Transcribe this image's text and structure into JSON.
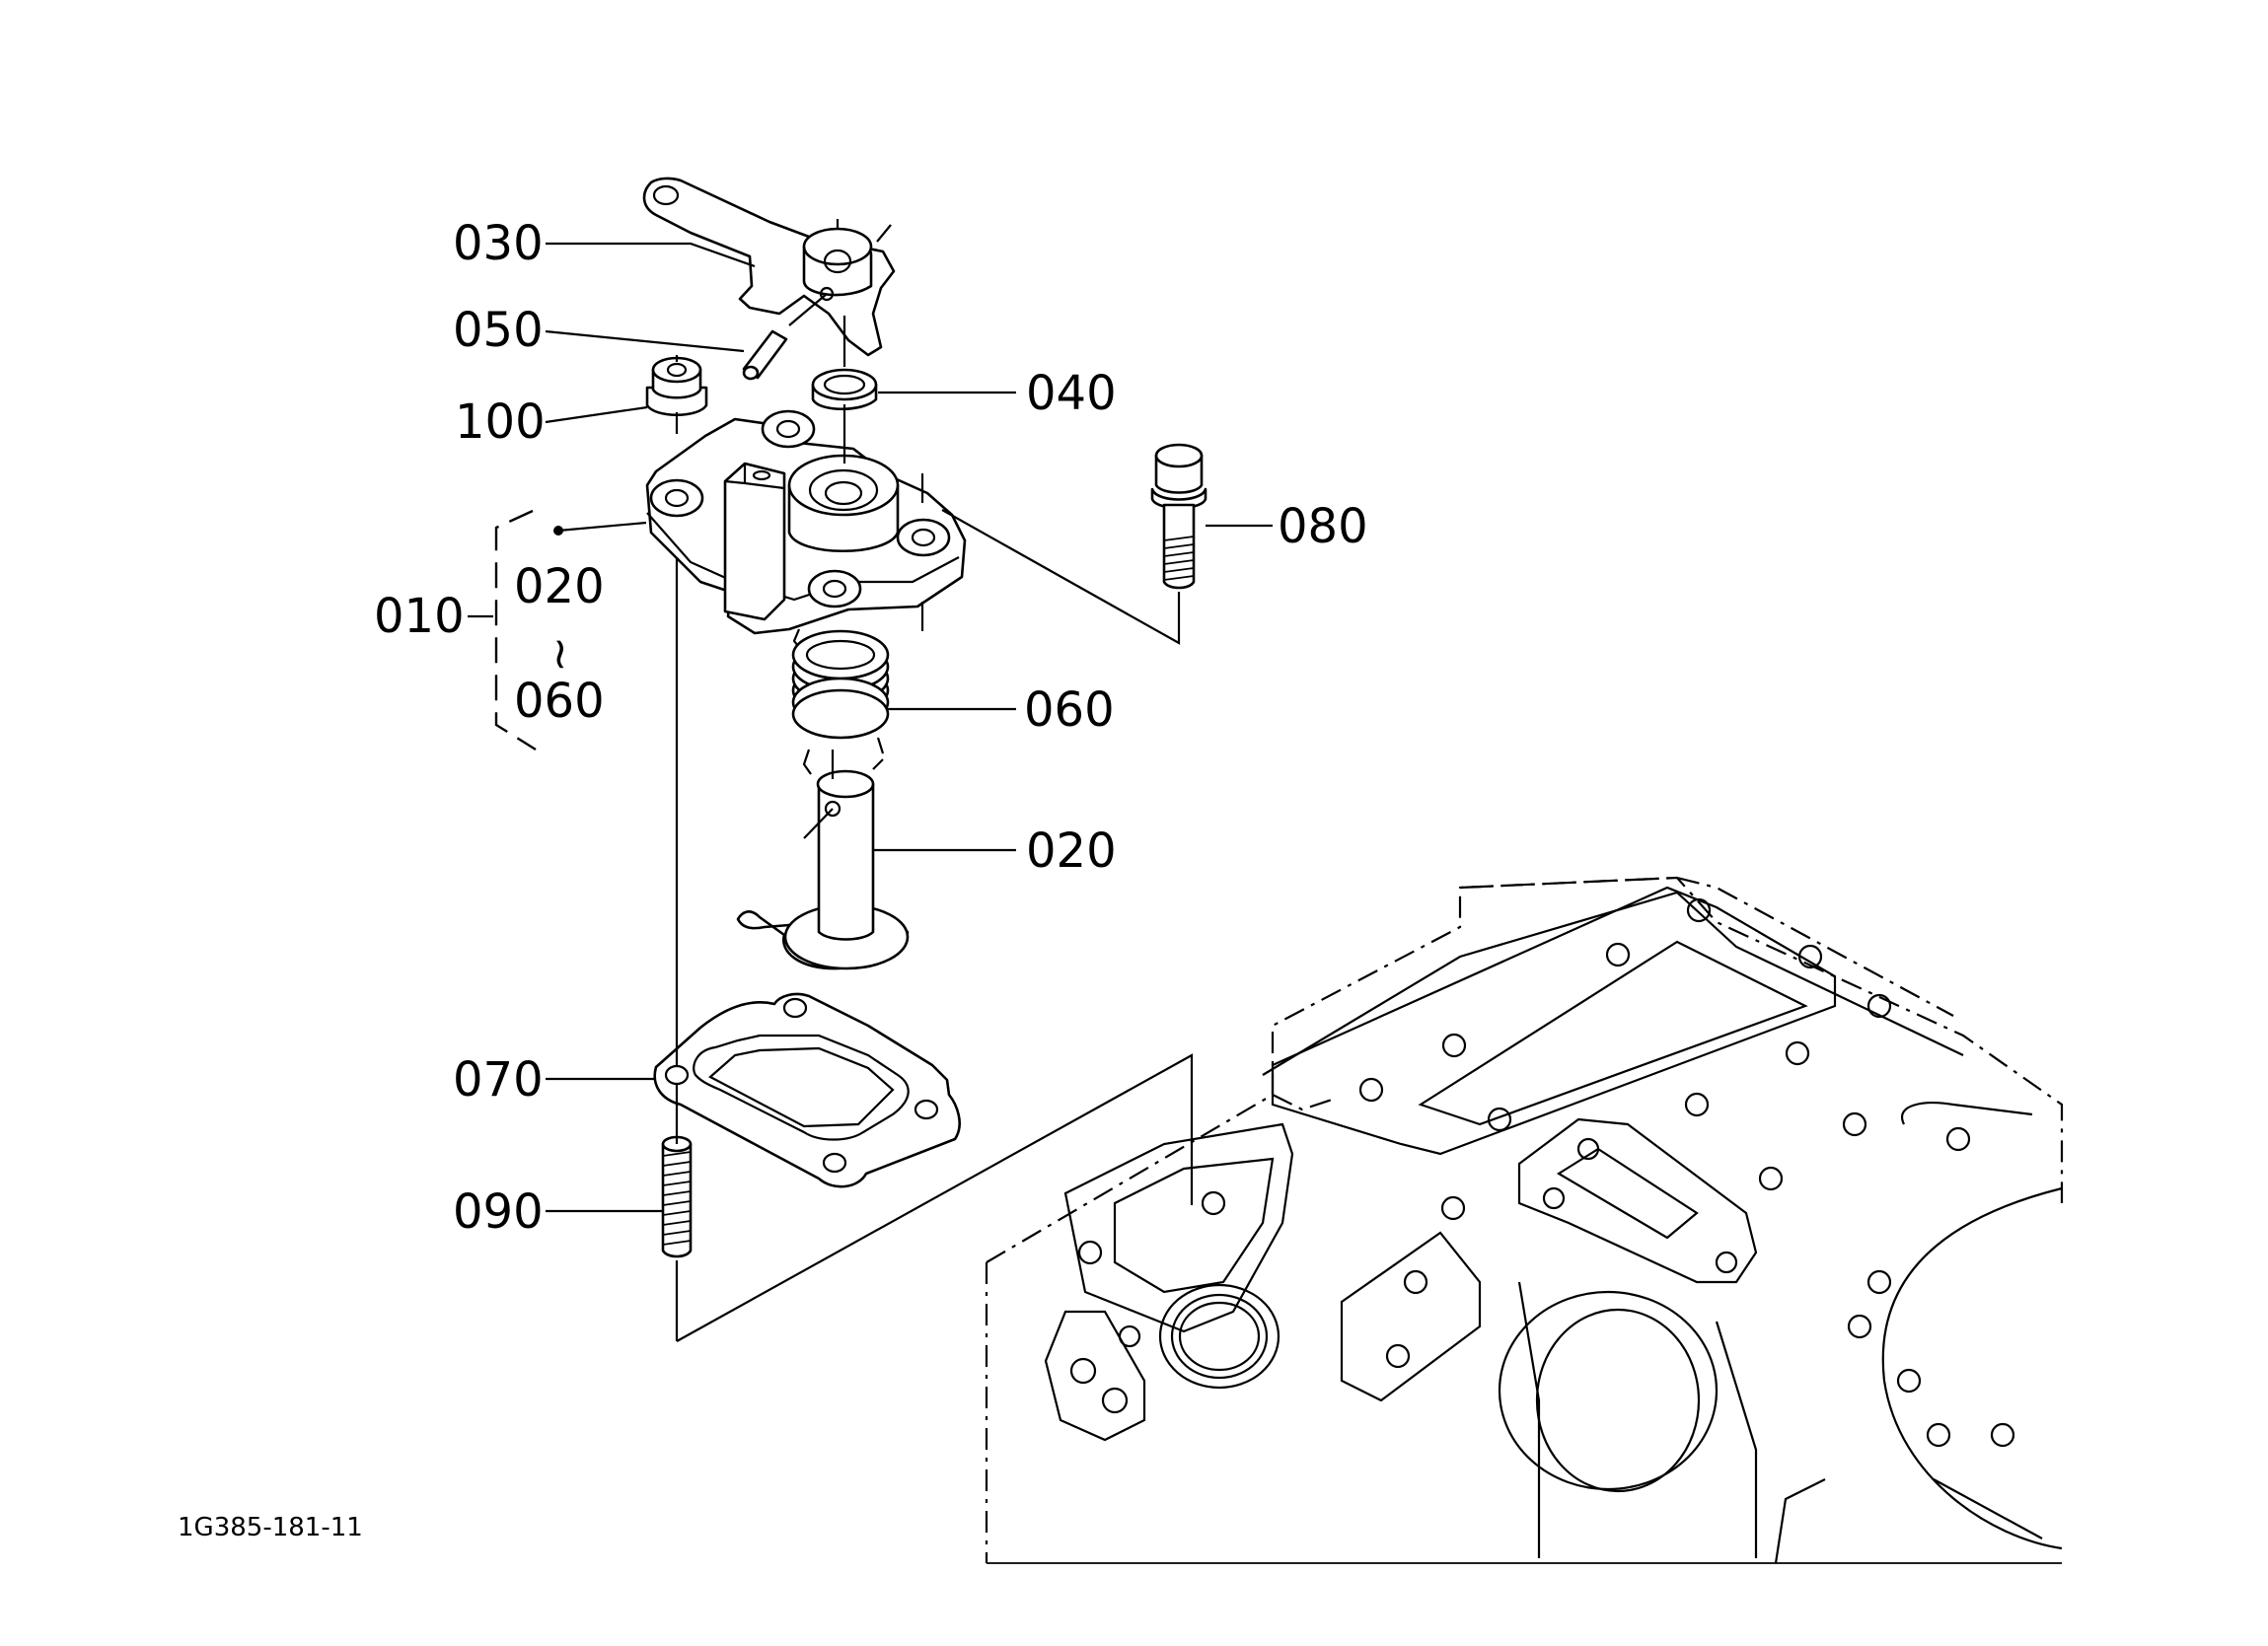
{
  "labels": {
    "p010": "010",
    "p020_group": "020",
    "tilde": "~",
    "p060_group": "060",
    "p020": "020",
    "p030": "030",
    "p040": "040",
    "p050": "050",
    "p060": "060",
    "p070": "070",
    "p080": "080",
    "p090": "090",
    "p100": "100"
  },
  "drawing_number": "1G385-181-11"
}
